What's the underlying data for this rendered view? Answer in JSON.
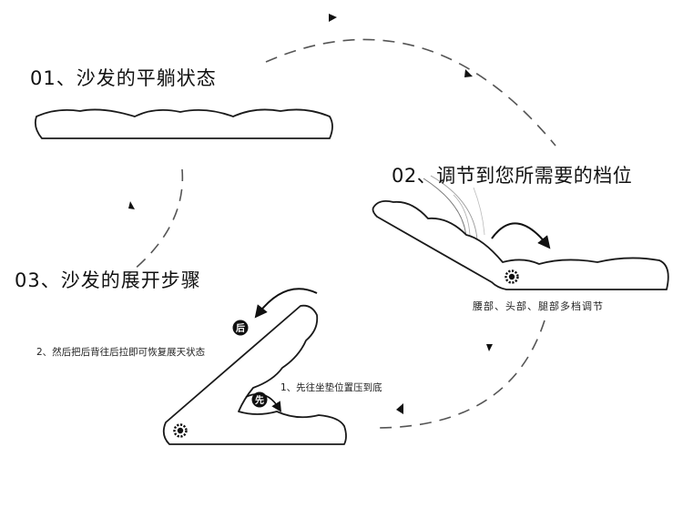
{
  "steps": [
    {
      "label": "01、沙发的平躺状态"
    },
    {
      "label": "02、调节到您所需要的档位",
      "caption": "腰部、头部、腿部多档调节"
    },
    {
      "label": "03、沙发的展开步骤",
      "note_first": "1、先往坐垫位置压到底",
      "note_second": "2、然后把后背往后拉即可恢复展天状态",
      "badge_first": "先",
      "badge_second": "后"
    }
  ],
  "colors": {
    "line": "#1a1a1a",
    "dash": "#555555",
    "badge": "#111111"
  }
}
